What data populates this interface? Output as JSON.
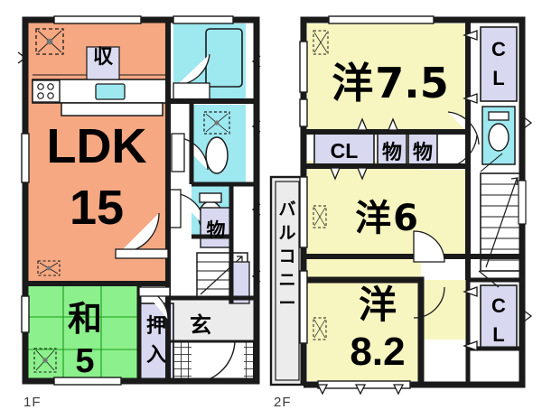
{
  "plan": {
    "title": "Residential floor plan",
    "floors": [
      {
        "id": "1F",
        "label": "1F",
        "rooms": [
          {
            "name": "ldk",
            "label": "LDK",
            "size": "15",
            "color": "#f5a882",
            "type": "living-dining-kitchen"
          },
          {
            "name": "washitsu",
            "label": "和",
            "size": "5",
            "color": "#8cf08c",
            "type": "japanese-tatami-room"
          },
          {
            "name": "storage-shuu",
            "label": "収",
            "color": "#dcdcf0",
            "type": "closet"
          },
          {
            "name": "storage-mono",
            "label": "物",
            "color": "#d8d8f0",
            "type": "storage"
          },
          {
            "name": "oshiire",
            "label": "押入",
            "color": "#d8d8f0",
            "type": "futon-closet"
          },
          {
            "name": "genkan",
            "label": "玄",
            "color": "#ececec",
            "type": "entrance"
          }
        ],
        "fixtures": [
          {
            "name": "kitchen-counter",
            "label": ""
          },
          {
            "name": "gas-stove",
            "label": ""
          },
          {
            "name": "kitchen-sink",
            "label": ""
          },
          {
            "name": "bathtub",
            "label": ""
          },
          {
            "name": "washbasin",
            "label": ""
          },
          {
            "name": "toilet",
            "label": ""
          },
          {
            "name": "staircase",
            "label": ""
          },
          {
            "name": "ceiling-light",
            "label": ""
          }
        ]
      },
      {
        "id": "2F",
        "label": "2F",
        "rooms": [
          {
            "name": "yoshitsu-75",
            "label": "洋",
            "size": "7.5",
            "color": "#f7f6c0",
            "type": "western-room"
          },
          {
            "name": "yoshitsu-6",
            "label": "洋",
            "size": "6",
            "color": "#f7f6c0",
            "type": "western-room"
          },
          {
            "name": "yoshitsu-82",
            "label": "洋",
            "size": "8.2",
            "color": "#f7f6c0",
            "type": "western-room"
          },
          {
            "name": "closet-top",
            "label": "CL",
            "color": "#d8d8f0",
            "type": "closet"
          },
          {
            "name": "closet-mid",
            "label": "CL",
            "color": "#d8d8f0",
            "type": "closet"
          },
          {
            "name": "closet-bottom",
            "label": "CL",
            "color": "#d8d8f0",
            "type": "closet"
          },
          {
            "name": "storage-mono-1",
            "label": "物",
            "color": "#d8d8f0",
            "type": "storage"
          },
          {
            "name": "storage-mono-2",
            "label": "物",
            "color": "#d8d8f0",
            "type": "storage"
          },
          {
            "name": "balcony",
            "label": "バルコニー",
            "color": "#ececec",
            "type": "balcony"
          }
        ],
        "fixtures": [
          {
            "name": "toilet",
            "label": ""
          },
          {
            "name": "staircase",
            "label": ""
          }
        ]
      }
    ],
    "colors": {
      "wall": "#1a1a1a",
      "ldk_fill": "#f5a882",
      "washitsu_fill": "#8cf08c",
      "western_fill": "#f7f6c0",
      "closet_fill": "#d8d8f0",
      "water_fill": "#9ee8f0",
      "neutral_fill": "#ececec",
      "background": "#ffffff",
      "text": "#000000",
      "floor_label": "#3a3a3a"
    }
  }
}
